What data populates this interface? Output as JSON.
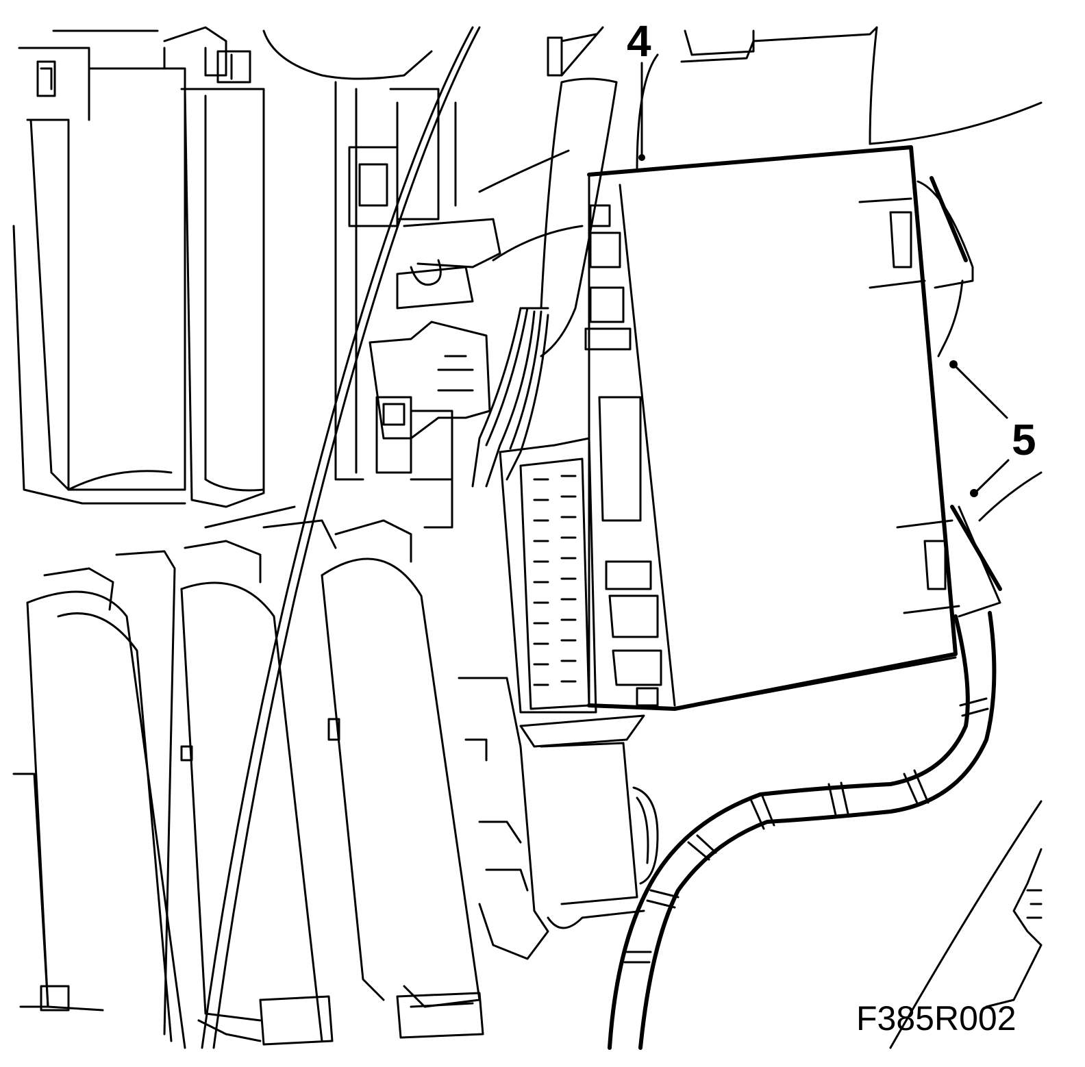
{
  "callouts": {
    "label_4": "4",
    "label_5": "5"
  },
  "figure_code": "F385R002",
  "colors": {
    "line": "#000000",
    "background": "#ffffff"
  }
}
